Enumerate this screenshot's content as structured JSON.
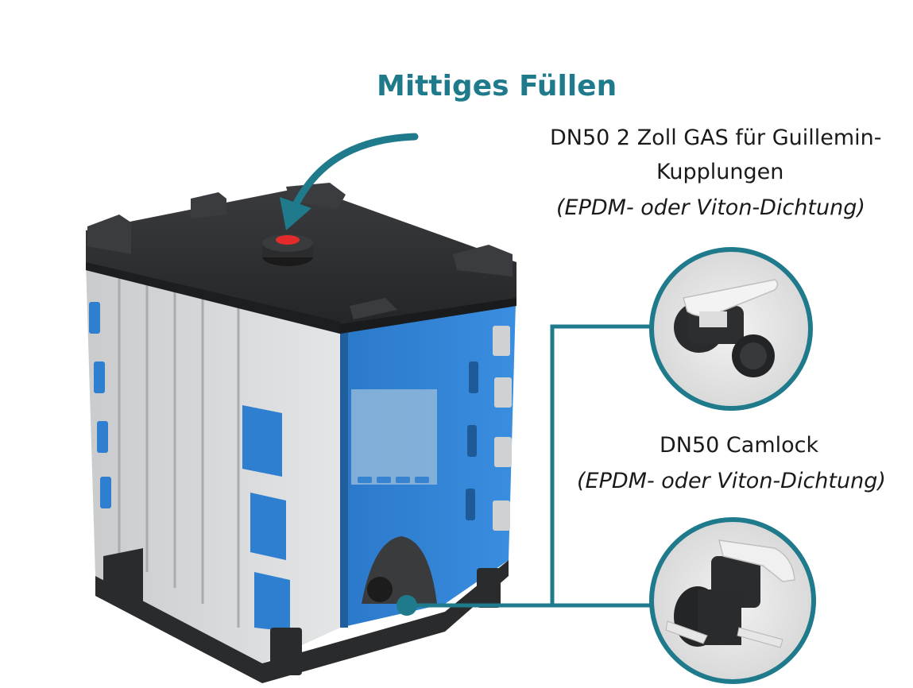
{
  "title": "Mittiges Füllen",
  "fitting_1": {
    "line1": "DN50 2 Zoll GAS für Guillemin-",
    "line2": "Kupplungen",
    "line3": "(EPDM- oder Viton-Dichtung)"
  },
  "fitting_2": {
    "line1": "DN50 Camlock",
    "line2": "(EPDM- oder Viton-Dichtung)"
  },
  "colors": {
    "accent": "#1f7a8c",
    "tank_blue": "#2f7fd0",
    "tank_grey": "#d6d8da",
    "lid_black": "#2a2b2d",
    "cap_red": "#e32b2b"
  },
  "icons": {
    "fill_arrow": "curved-arrow-icon",
    "valve_1": "butterfly-valve-guillemin-icon",
    "valve_2": "butterfly-valve-camlock-icon"
  }
}
